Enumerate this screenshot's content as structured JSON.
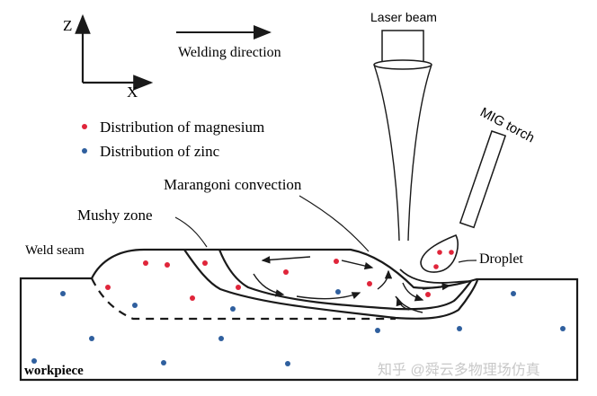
{
  "axes": {
    "z_label": "Z",
    "x_label": "X"
  },
  "welding_direction": "Welding direction",
  "legend": [
    {
      "label": "Distribution  of magnesium",
      "color": "#e0253a"
    },
    {
      "label": "Distribution  of zinc",
      "color": "#2f5f9e"
    }
  ],
  "labels": {
    "laser_beam": "Laser beam",
    "mig_torch": "MIG torch",
    "marangoni": "Marangoni  convection",
    "mushy_zone": "Mushy zone",
    "weld_seam": "Weld  seam",
    "droplet": "Droplet",
    "workpiece": "workpiece"
  },
  "watermark": "知乎 @舜云多物理场仿真",
  "colors": {
    "magnesium": "#e0253a",
    "zinc": "#2f5f9e",
    "line": "#1a1a1a"
  }
}
